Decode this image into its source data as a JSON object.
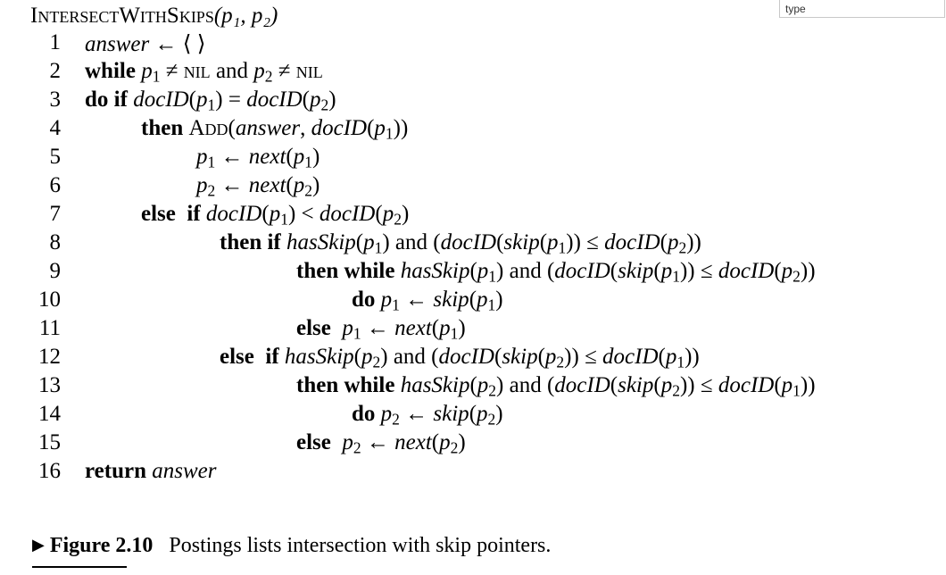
{
  "search": {
    "value": "type"
  },
  "algorithm": {
    "name": "IntersectWithSkips",
    "params": "(p₁, p₂)"
  },
  "line_numbers": [
    "1",
    "2",
    "3",
    "4",
    "5",
    "6",
    "7",
    "8",
    "9",
    "10",
    "11",
    "12",
    "13",
    "14",
    "15",
    "16"
  ],
  "caption": {
    "label": "Figure 2.10",
    "text": "Postings lists intersection with skip pointers."
  }
}
